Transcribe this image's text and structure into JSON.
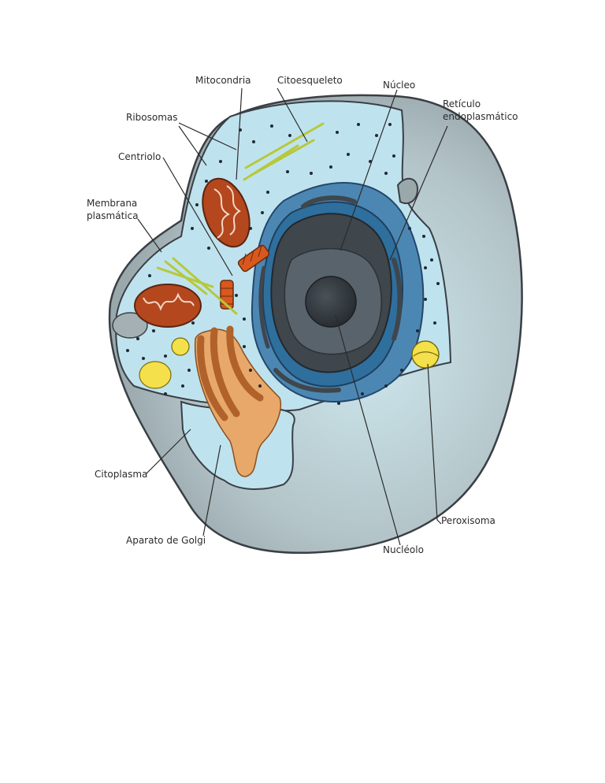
{
  "labels": {
    "mitocondria": "Mitocondria",
    "citoesqueleto": "Citoesqueleto",
    "nucleo": "Núcleo",
    "reticulo_1": "Retículo",
    "reticulo_2": "endoplasmático",
    "ribosomas": "Ribosomas",
    "centriolo": "Centriolo",
    "membrana_1": "Membrana",
    "membrana_2": "plasmática",
    "citoplasma": "Citoplasma",
    "aparato_golgi": "Aparato de Golgi",
    "nucleolo": "Nucléolo",
    "peroxisoma": "Peroxisoma"
  },
  "colors": {
    "cytoplasm": "#bfe3ee",
    "cell_body": "#a9b6ba",
    "nucleus_dark": "#3f464c",
    "nuclear_envelope": "#2e6f9e",
    "er": "#4c87b4",
    "mitochondria": "#b4471e",
    "centriole": "#d8581e",
    "golgi": "#e8a86a",
    "golgi_dark": "#b0622a",
    "cytoskeleton": "#b7c83a",
    "peroxisome": "#f4e04a"
  }
}
